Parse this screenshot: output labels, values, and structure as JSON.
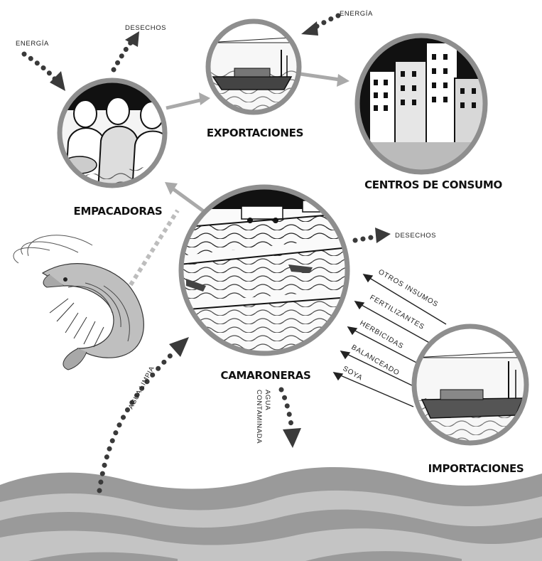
{
  "labels": {
    "empacadoras": "EMPACADORAS",
    "exportaciones": "EXPORTACIONES",
    "centros": "CENTROS DE CONSUMO",
    "camaroneras": "CAMARONERAS",
    "importaciones": "IMPORTACIONES"
  },
  "arrows": {
    "energia_left": "ENERGÍA",
    "desechos_left": "DESECHOS",
    "energia_top": "ENERGÍA",
    "desechos_right": "DESECHOS",
    "agua_limpia": "AGUA LIMPIA",
    "agua_line1": "AGUA",
    "agua_line2": "CONTAMINADA"
  },
  "inputs": {
    "otros": "OTROS INSUMOS",
    "fertilizantes": "FERTILIZANTES",
    "herbicidas": "HERBICIDAS",
    "balanceado": "BALANCEADO",
    "soya": "SOYA"
  },
  "colors": {
    "ring": "#8e8e8e",
    "connector": "#a9a9a9",
    "dotted": "#3a3a3a",
    "wave_dark": "#9a9a9a",
    "wave_light": "#c4c4c4"
  }
}
